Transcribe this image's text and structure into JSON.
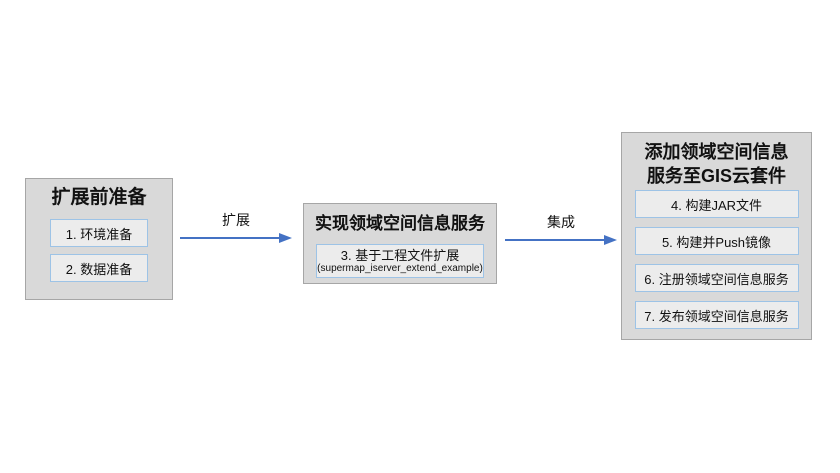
{
  "colors": {
    "background": "#ffffff",
    "stage_bg": "#d9d9d9",
    "stage_border": "#a6a6a6",
    "item_bg": "#ececec",
    "item_border": "#9dc3e6",
    "arrow": "#4472c4",
    "text": "#111111"
  },
  "stages": [
    {
      "title": "扩展前准备",
      "items": [
        {
          "label": "1. 环境准备"
        },
        {
          "label": "2. 数据准备"
        }
      ]
    },
    {
      "title": "实现领域空间信息服务",
      "items": [
        {
          "label": "3. 基于工程文件扩展",
          "sublabel": "(supermap_iserver_extend_example)"
        }
      ]
    },
    {
      "title": "添加领域空间信息\n服务至GIS云套件",
      "items": [
        {
          "label": "4. 构建JAR文件"
        },
        {
          "label": "5. 构建并Push镜像"
        },
        {
          "label": "6. 注册领域空间信息服务"
        },
        {
          "label": "7. 发布领域空间信息服务"
        }
      ]
    }
  ],
  "arrows": [
    {
      "label": "扩展"
    },
    {
      "label": "集成"
    }
  ]
}
